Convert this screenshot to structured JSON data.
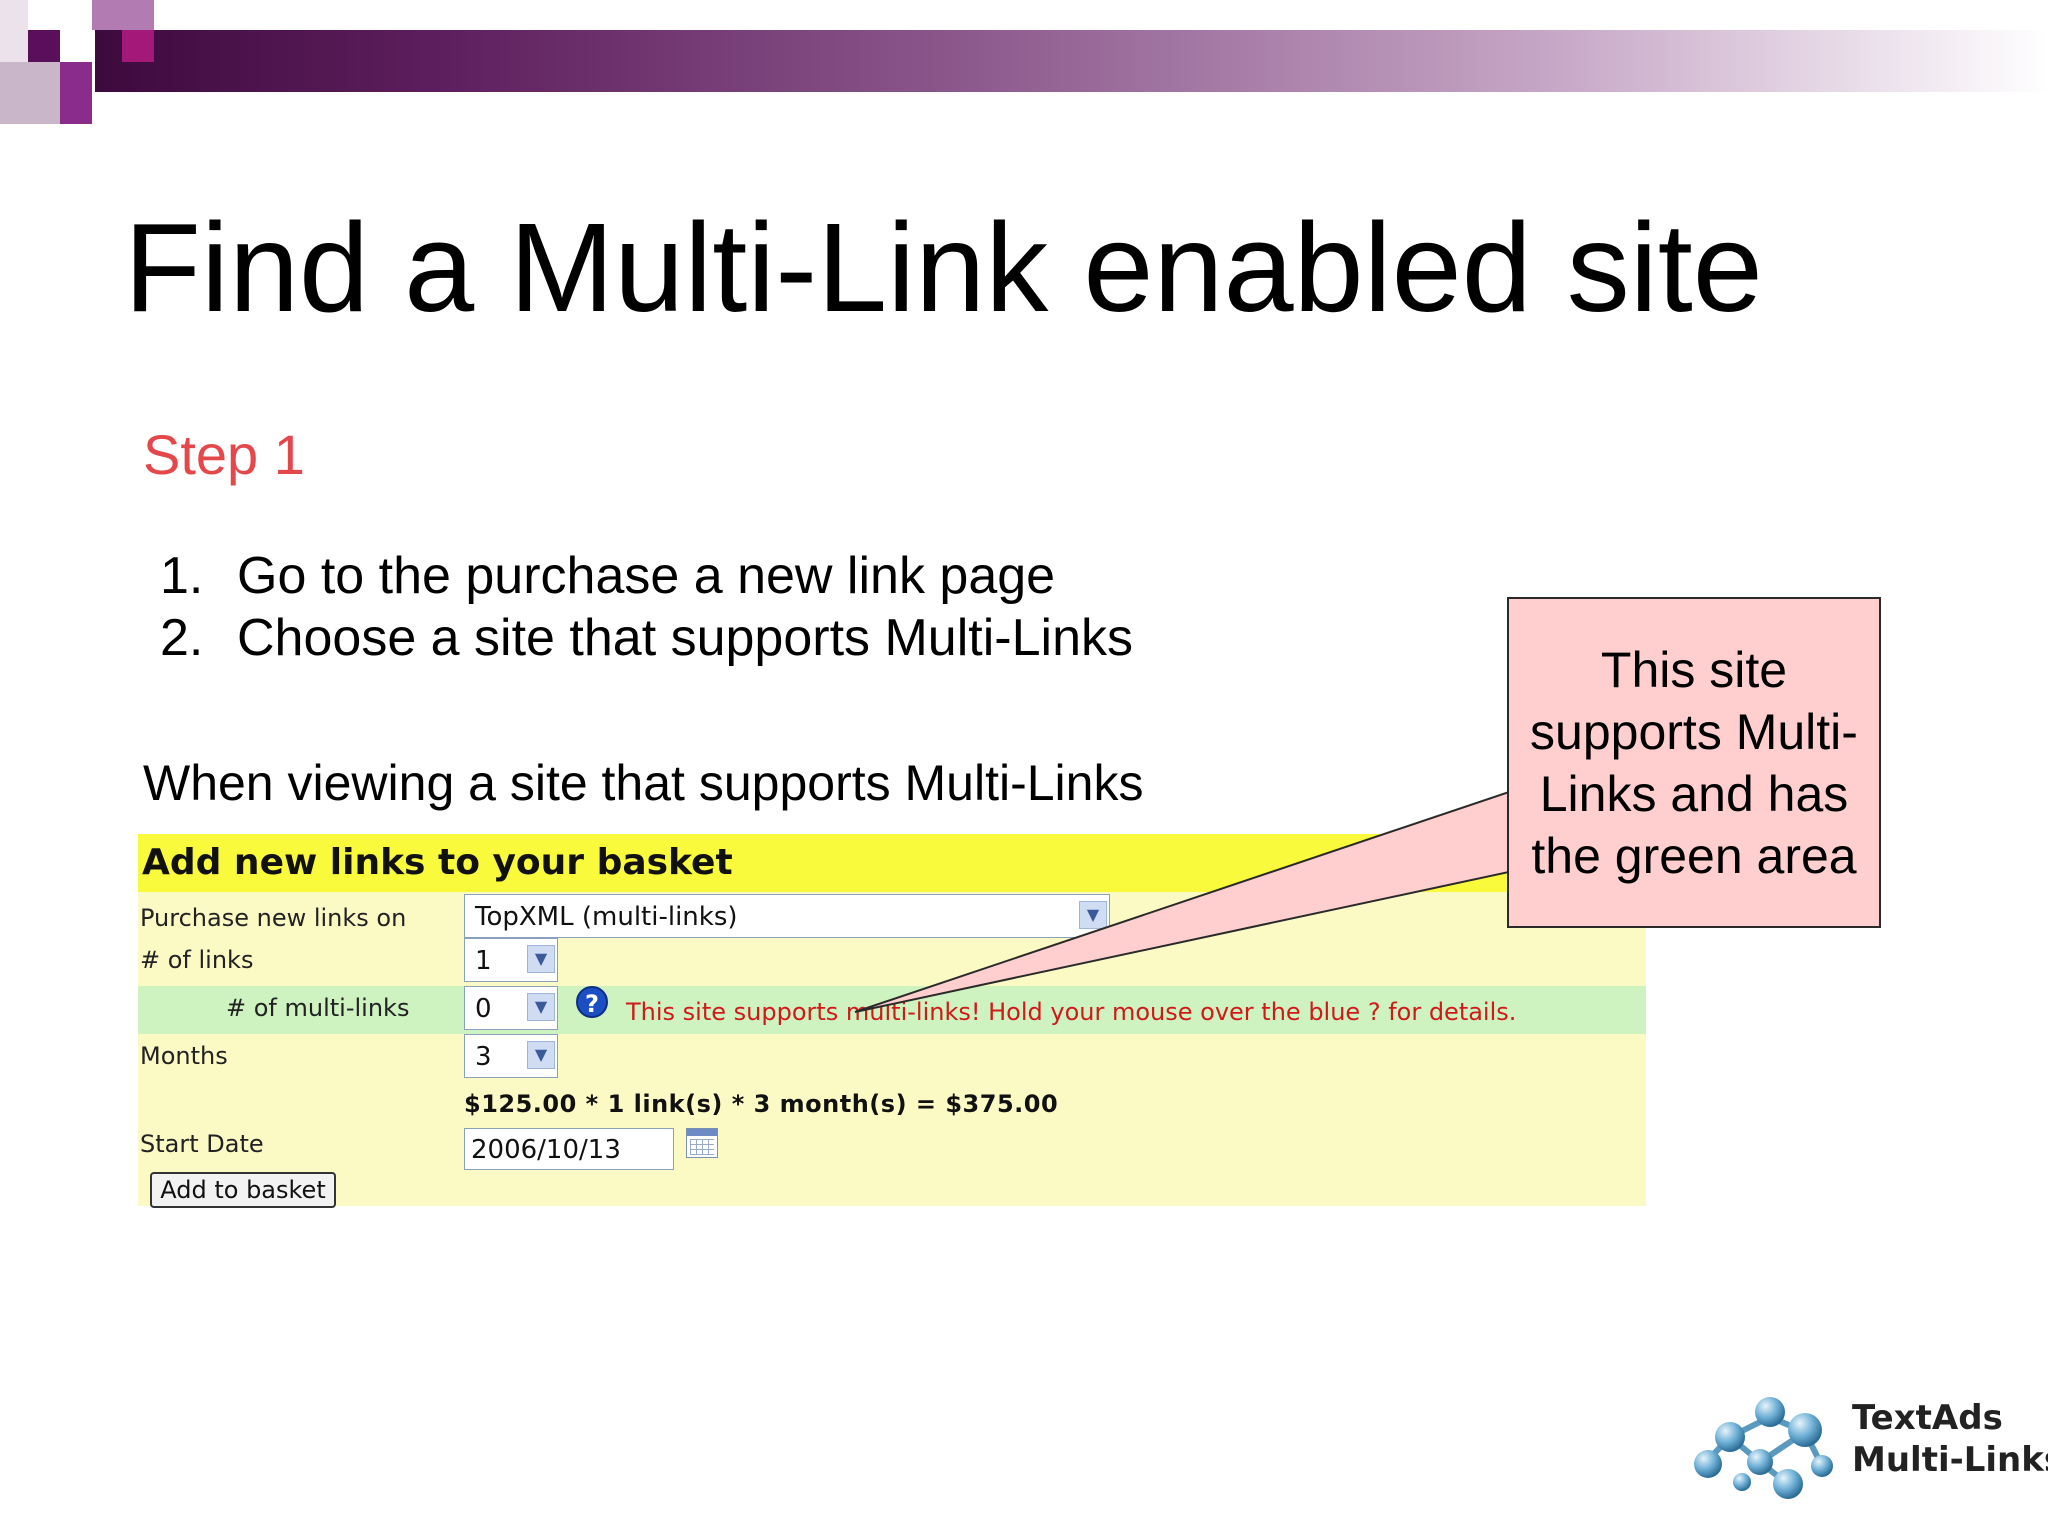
{
  "slide": {
    "title": "Find a Multi-Link enabled site",
    "step_heading": "Step 1",
    "steps": [
      {
        "num": "1.",
        "text": "Go to the purchase a new link page"
      },
      {
        "num": "2.",
        "text": "Choose a site that supports Multi-Links"
      }
    ],
    "viewing_text": "When viewing a site that supports Multi-Links"
  },
  "form": {
    "title": "Add new links to your basket",
    "purchase_label": "Purchase new links on",
    "purchase_value": "TopXML (multi-links)",
    "links_label": "# of links",
    "links_value": "1",
    "multilinks_label": "# of multi-links",
    "multilinks_value": "0",
    "help_icon": "?",
    "notice": "This site supports multi-links! Hold your mouse over the blue ? for details.",
    "months_label": "Months",
    "months_value": "3",
    "price_line": "$125.00 * 1 link(s) * 3 month(s) = $375.00",
    "start_date_label": "Start Date",
    "start_date_value": "2006/10/13",
    "add_button": "Add to basket"
  },
  "callout": {
    "text": "This site supports Multi-Links and has the green area"
  },
  "logo": {
    "line1": "TextAds",
    "line2": "Multi-Links"
  },
  "colors": {
    "step_heading": "#e4484a",
    "form_background": "#fbfac5",
    "form_header": "#fafa3c",
    "multilink_row": "#cef3c1",
    "notice_text": "#d01a1a",
    "callout_background": "#fecfce"
  }
}
